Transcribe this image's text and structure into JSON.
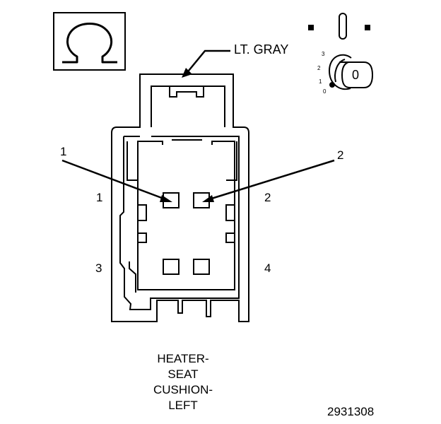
{
  "connector": {
    "color_label": "LT. GRAY",
    "pin_callouts": [
      "1",
      "2"
    ],
    "cavity_labels": [
      "1",
      "2",
      "3",
      "4"
    ]
  },
  "key_switch": {
    "scale": [
      "3",
      "2",
      "1",
      "0"
    ],
    "key_label": "0"
  },
  "symbols": {
    "ohm_icon": "omega-resistance-icon"
  },
  "caption": {
    "lines": [
      "HEATER-",
      "SEAT",
      "CUSHION-",
      "LEFT"
    ]
  },
  "figure_number": "2931308"
}
